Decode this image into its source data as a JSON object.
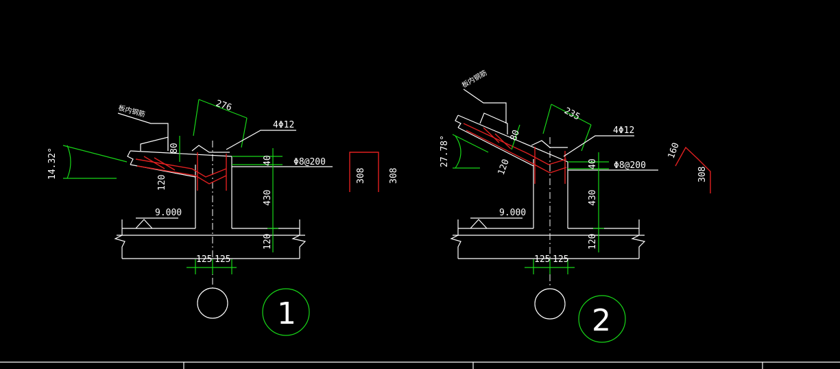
{
  "colors": {
    "background": "#000000",
    "line": "#ffffff",
    "dimension": "#18d818",
    "rebar": "#e02020"
  },
  "details": [
    {
      "id": "1",
      "label": "板内钢筋",
      "angle": "14.32°",
      "top_dim": "276",
      "rebar_main": "4Φ12",
      "rebar_stirrup": "Φ8@200",
      "dim_80": "80",
      "dim_40": "40",
      "dim_430": "430",
      "dim_120_slab": "120",
      "dim_120_bottom": "120",
      "elevation": "9.000",
      "dim_left": "125",
      "dim_right": "125",
      "stirrup_dim_a": "308",
      "stirrup_dim_b": "308",
      "axis": "1"
    },
    {
      "id": "2",
      "label": "板内钢筋",
      "angle": "27.78°",
      "top_dim": "235",
      "rebar_main": "4Φ12",
      "rebar_stirrup": "Φ8@200",
      "dim_80": "80",
      "dim_40": "40",
      "dim_430": "430",
      "dim_120_slab": "120",
      "dim_120_bottom": "120",
      "elevation": "9.000",
      "dim_left": "125",
      "dim_right": "125",
      "stirrup_dim_a": "160",
      "stirrup_dim_b": "308",
      "axis": "2"
    }
  ]
}
